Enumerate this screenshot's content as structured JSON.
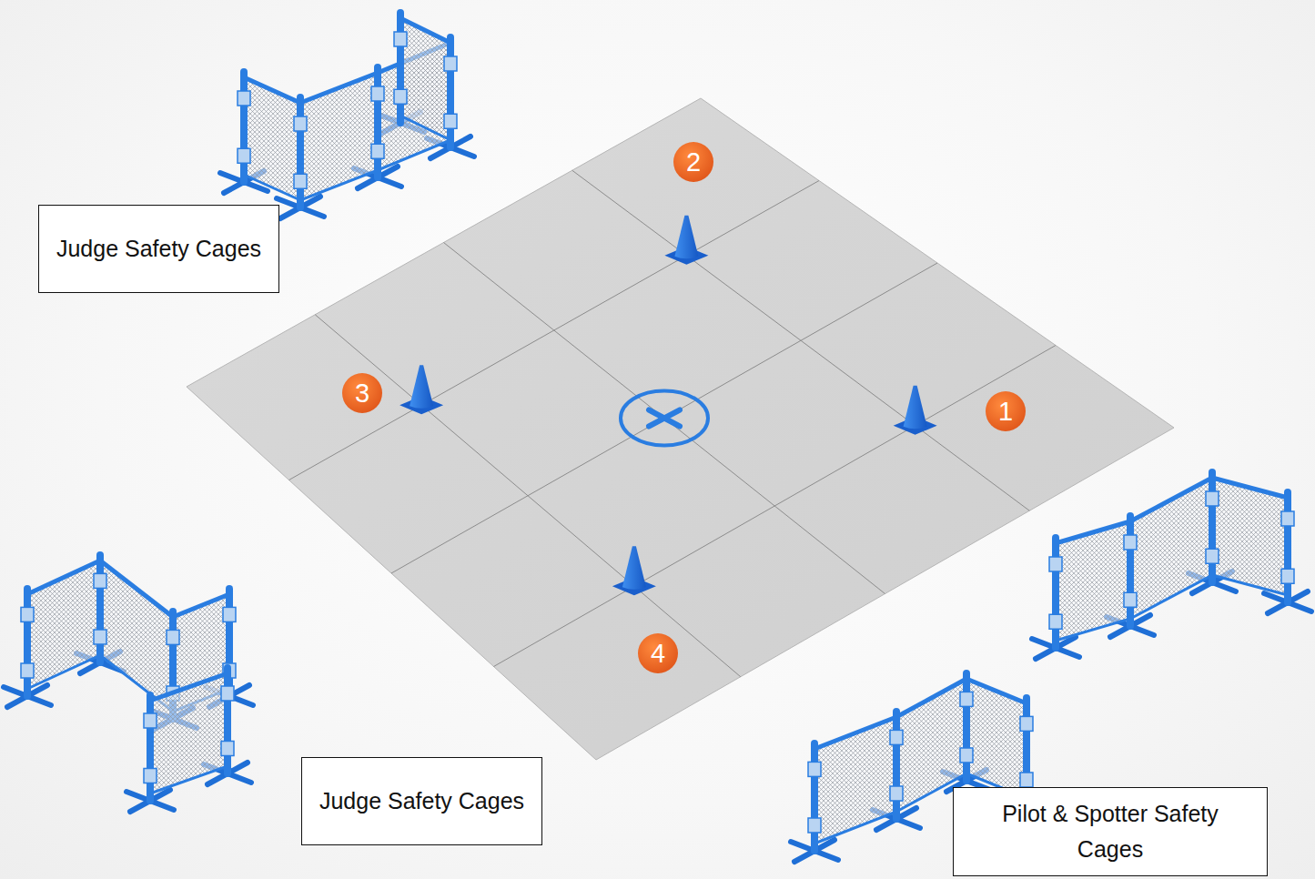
{
  "diagram": {
    "nodes": [
      {
        "text": [
          "Judge Safety Cages"
        ]
      },
      {
        "text": [
          "Judge Safety Cages"
        ]
      },
      {
        "text": [
          "Pilot & Spotter Safety Cages"
        ]
      }
    ],
    "labels": [
      "2",
      "3",
      "1",
      "4"
    ]
  }
}
